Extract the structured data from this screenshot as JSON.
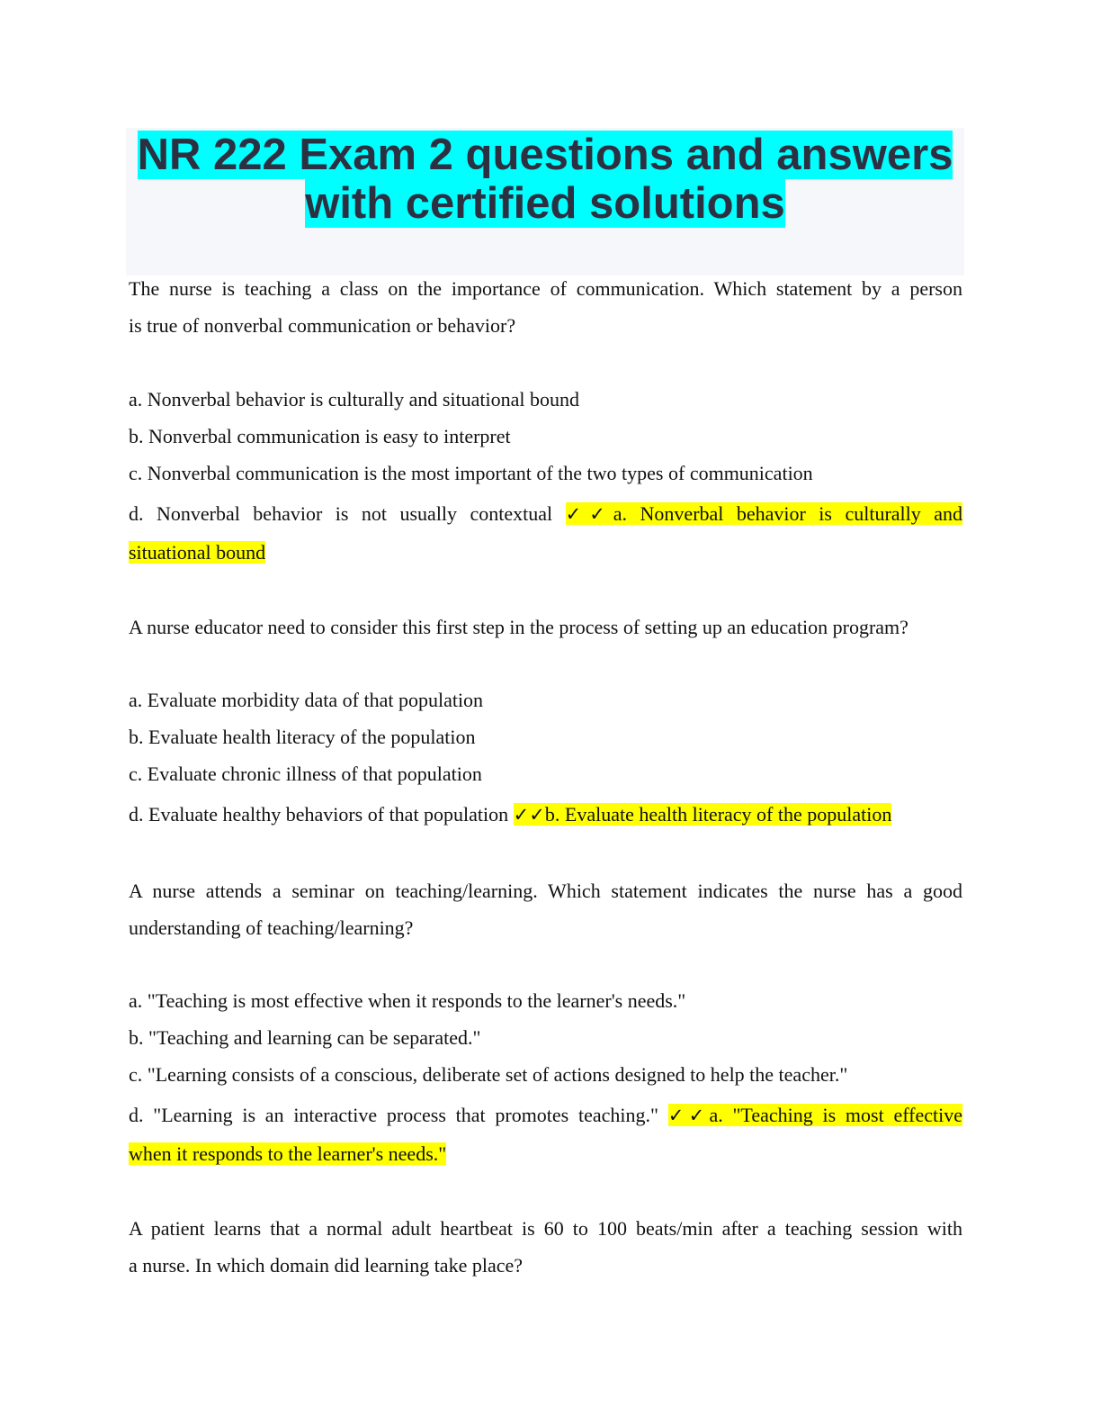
{
  "title": {
    "line1": "NR 222 Exam 2 questions and answers",
    "line2": "with certified solutions"
  },
  "check_mark": "✓✓",
  "q1": {
    "line1": "The nurse is teaching a class on the importance of communication. Which statement by a person",
    "line2": "is true of nonverbal communication or behavior?",
    "a": "a. Nonverbal behavior is culturally and situational bound",
    "b": "b. Nonverbal communication is easy to interpret",
    "c": "c. Nonverbal communication is the most important of the two types of communication",
    "d": "d. Nonverbal behavior is not usually contextual",
    "answer1": "a. Nonverbal behavior is culturally and",
    "answer2": "situational bound"
  },
  "q2": {
    "line1": "A nurse educator need to consider this first step in the process of setting up an education program?",
    "a": "a. Evaluate morbidity data of that population",
    "b": "b. Evaluate health literacy of the population",
    "c": "c. Evaluate chronic illness of that population",
    "d": "d. Evaluate healthy behaviors of that population",
    "answer1": "b. Evaluate health literacy of the population"
  },
  "q3": {
    "line1": "A nurse attends a seminar on teaching/learning. Which statement indicates the nurse has a good",
    "line2": "understanding of teaching/learning?",
    "a": "a. \"Teaching is most effective when it responds to the learner's needs.\"",
    "b": "b. \"Teaching and learning can be separated.\"",
    "c": "c. \"Learning consists of a conscious, deliberate set of actions designed to help the teacher.\"",
    "d": "d. \"Learning is an interactive process that promotes teaching.\"",
    "answer1": "a. \"Teaching is most effective",
    "answer2": "when it responds to the learner's needs.\""
  },
  "q4": {
    "line1": "A patient learns that a normal adult heartbeat is 60 to 100 beats/min after a teaching session with",
    "line2": "a nurse. In which domain did learning take place?"
  }
}
